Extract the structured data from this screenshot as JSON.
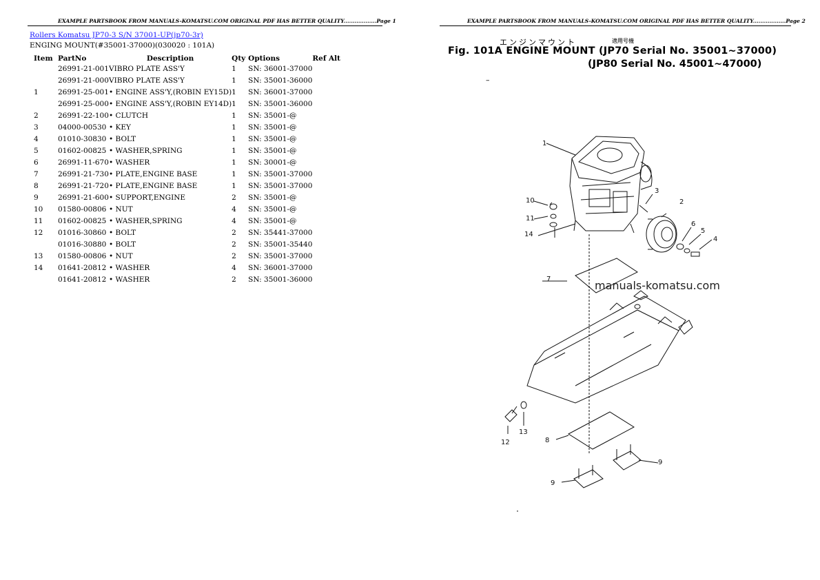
{
  "left_page": {
    "header": "EXAMPLE PARTSBOOK FROM MANUALS-KOMATSU.COM ORIGINAL PDF HAS BETTER QUALITY..................Page 1",
    "link": "Rollers Komatsu JP70-3 S/N 37001-UP(jp70-3r)",
    "subtitle": "ENGING MOUNT(#35001-37000)(030020 : 101A)",
    "columns": [
      "Item",
      "PartNo",
      "Description",
      "Qty",
      "Options",
      "Ref Alt"
    ],
    "rows": [
      {
        "item": "",
        "part": "26991-21-001",
        "desc": "VIBRO PLATE ASS'Y",
        "qty": "1",
        "opt": "SN: 36001-37000"
      },
      {
        "item": "",
        "part": "26991-21-000",
        "desc": "VIBRO PLATE ASS'Y",
        "qty": "1",
        "opt": "SN: 35001-36000"
      },
      {
        "item": "1",
        "part": "26991-25-001",
        "desc": "• ENGINE ASS'Y,(ROBIN EY15D)",
        "qty": "1",
        "opt": "SN: 36001-37000"
      },
      {
        "item": "",
        "part": "26991-25-000",
        "desc": "• ENGINE ASS'Y,(ROBIN EY14D)",
        "qty": "1",
        "opt": "SN: 35001-36000"
      },
      {
        "item": "2",
        "part": "26991-22-100",
        "desc": "• CLUTCH",
        "qty": "1",
        "opt": "SN: 35001-@"
      },
      {
        "item": "3",
        "part": "04000-00530",
        "desc": "• KEY",
        "qty": "1",
        "opt": "SN: 35001-@"
      },
      {
        "item": "4",
        "part": "01010-30830",
        "desc": "• BOLT",
        "qty": "1",
        "opt": "SN: 35001-@"
      },
      {
        "item": "5",
        "part": "01602-00825",
        "desc": "• WASHER,SPRING",
        "qty": "1",
        "opt": "SN: 35001-@"
      },
      {
        "item": "6",
        "part": "26991-11-670",
        "desc": "• WASHER",
        "qty": "1",
        "opt": "SN: 30001-@"
      },
      {
        "item": "7",
        "part": "26991-21-730",
        "desc": "• PLATE,ENGINE BASE",
        "qty": "1",
        "opt": "SN: 35001-37000"
      },
      {
        "item": "8",
        "part": "26991-21-720",
        "desc": "• PLATE,ENGINE BASE",
        "qty": "1",
        "opt": "SN: 35001-37000"
      },
      {
        "item": "9",
        "part": "26991-21-600",
        "desc": "• SUPPORT,ENGINE",
        "qty": "2",
        "opt": "SN: 35001-@"
      },
      {
        "item": "10",
        "part": "01580-00806",
        "desc": "• NUT",
        "qty": "4",
        "opt": "SN: 35001-@"
      },
      {
        "item": "11",
        "part": "01602-00825",
        "desc": "• WASHER,SPRING",
        "qty": "4",
        "opt": "SN: 35001-@"
      },
      {
        "item": "12",
        "part": "01016-30860",
        "desc": "• BOLT",
        "qty": "2",
        "opt": "SN: 35441-37000"
      },
      {
        "item": "",
        "part": "01016-30880",
        "desc": "• BOLT",
        "qty": "2",
        "opt": "SN: 35001-35440"
      },
      {
        "item": "13",
        "part": "01580-00806",
        "desc": "• NUT",
        "qty": "2",
        "opt": "SN: 35001-37000"
      },
      {
        "item": "14",
        "part": "01641-20812",
        "desc": "• WASHER",
        "qty": "4",
        "opt": "SN: 36001-37000"
      },
      {
        "item": "",
        "part": "01641-20812",
        "desc": "• WASHER",
        "qty": "2",
        "opt": "SN: 35001-36000"
      }
    ]
  },
  "right_page": {
    "header": "EXAMPLE PARTSBOOK FROM MANUALS-KOMATSU.COM ORIGINAL PDF HAS BETTER QUALITY..................Page 2",
    "jp_title": "エンジンマウント",
    "jp_small": "適用号機",
    "fig_title": "Fig. 101A ENGINE MOUNT (JP70 Serial No. 35001~37000)",
    "fig_title_2": "(JP80 Serial No. 45001~47000)",
    "dash": "–",
    "watermark": "manuals-komatsu.com",
    "callouts": [
      "1",
      "2",
      "3",
      "4",
      "5",
      "6",
      "7",
      "8",
      "9",
      "9",
      "10",
      "11",
      "12",
      "13",
      "14"
    ]
  }
}
